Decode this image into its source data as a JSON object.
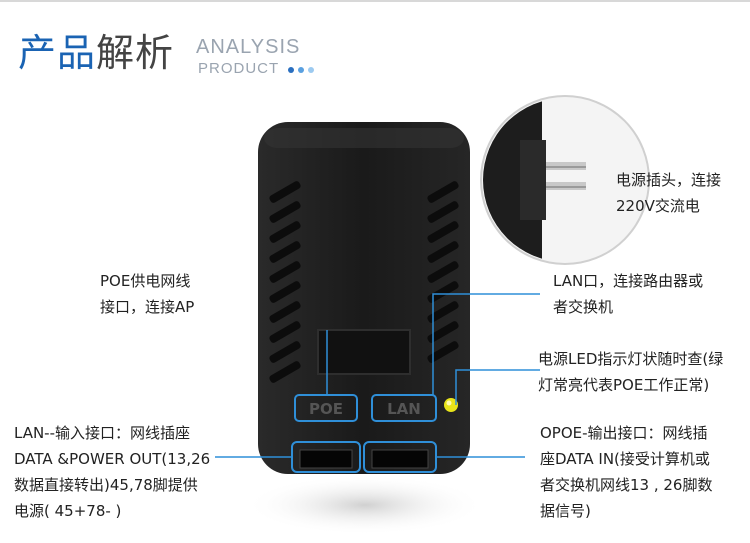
{
  "header": {
    "title_blue": "产品",
    "title_gray": "解析",
    "en_line1": "ANALYSIS",
    "en_line2": "PRODUCT"
  },
  "colors": {
    "accent": "#1a63b3",
    "callout_line": "#2f8fd8",
    "led": "#e8e41a",
    "device_body": "#1c1c1c"
  },
  "device": {
    "port_label_poe": "POE",
    "port_label_lan": "LAN"
  },
  "callouts": {
    "plug": [
      "电源插头，连接",
      "220V交流电"
    ],
    "poe_port": [
      "POE供电网线",
      "接口，连接AP"
    ],
    "lan_port": [
      "LAN口，连接路由器或",
      "者交换机"
    ],
    "led": [
      "电源LED指示灯状随时查(绿",
      "灯常亮代表POE工作正常)"
    ],
    "lan_input": [
      "LAN--输入接口：网线插座",
      "DATA &POWER OUT(13,26",
      "数据直接转出)45,78脚提供",
      "电源( 45+78- )"
    ],
    "poe_output": [
      "OPOE-输出接口：网线插",
      "座DATA IN(接受计算机或",
      "者交换机网线13 , 26脚数",
      "据信号)"
    ]
  }
}
